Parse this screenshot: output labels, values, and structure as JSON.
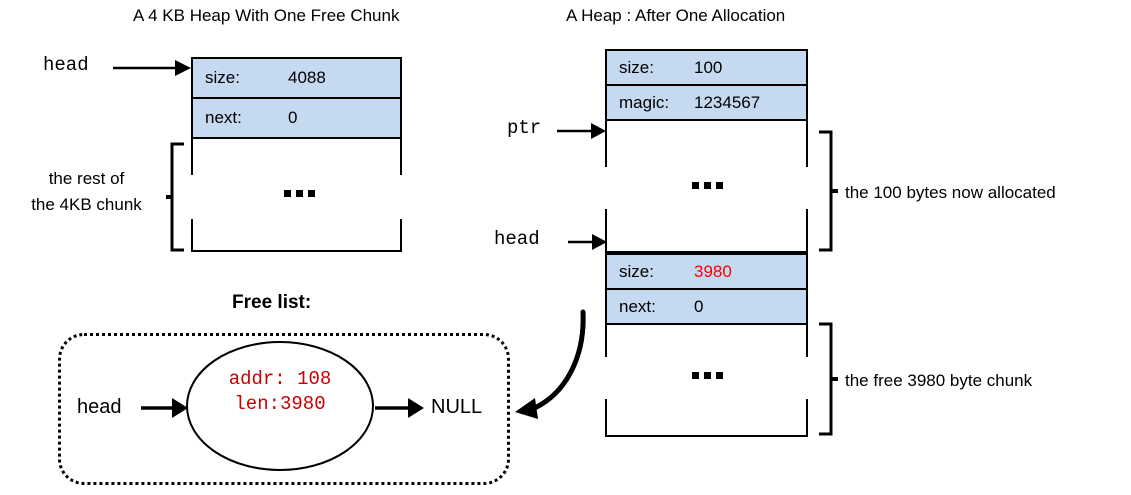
{
  "panels": {
    "left": {
      "title": "A 4 KB Heap With One Free Chunk",
      "pointer_label": "head",
      "rows": [
        {
          "key": "size:",
          "value": "4088"
        },
        {
          "key": "next:",
          "value": "0"
        }
      ],
      "body_ellipsis": "...",
      "bracket_label_line1": "the rest of",
      "bracket_label_line2": "the 4KB chunk"
    },
    "right": {
      "title": "A Heap : After One Allocation",
      "alloc_header_rows": [
        {
          "key": "size:",
          "value": "100"
        },
        {
          "key": "magic:",
          "value": "1234567"
        }
      ],
      "ptr_label": "ptr",
      "alloc_body_ellipsis": "...",
      "alloc_bracket_label": "the 100 bytes now allocated",
      "head_label": "head",
      "free_header_rows": [
        {
          "key": "size:",
          "value": "3980",
          "value_color": "#ff0000"
        },
        {
          "key": "next:",
          "value": "0",
          "value_color": "#000000"
        }
      ],
      "free_body_ellipsis": "...",
      "free_bracket_label": "the free 3980 byte chunk"
    },
    "freelist": {
      "title": "Free list:",
      "head_label": "head",
      "node_line1": "addr: 108",
      "node_line2": "len:3980",
      "null_label": "NULL"
    }
  },
  "colors": {
    "header_fill": "#c5d9f1",
    "stroke": "#000000",
    "highlight_red": "#ff0000",
    "node_red": "#cc0000"
  }
}
